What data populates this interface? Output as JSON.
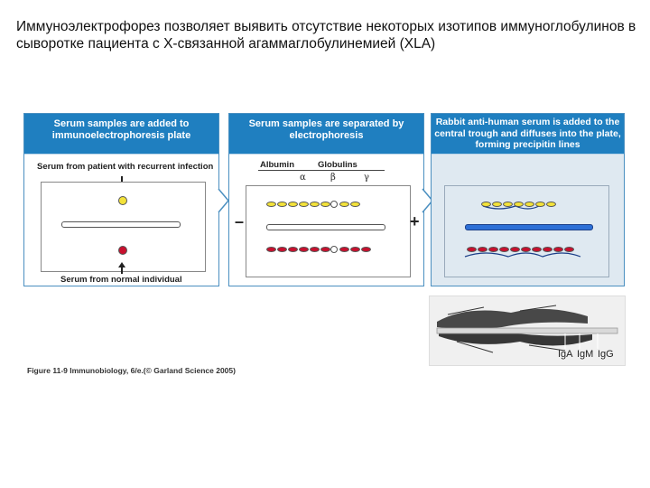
{
  "caption": "Иммуноэлектрофорез позволяет выявить отсутствие некоторых изотипов иммуноглобулинов в сыворотке пациента с Х-связанной агаммаглобулинемией (XLA)",
  "panels": [
    {
      "title": "Serum samples are added to immunoelectrophoresis plate",
      "top_label": "Serum from patient with recurrent infection",
      "bottom_label": "Serum from normal individual"
    },
    {
      "title": "Serum samples are separated by electrophoresis",
      "albumin": "Albumin",
      "globulins": "Globulins",
      "alpha": "α",
      "beta": "β",
      "gamma": "γ",
      "minus": "–",
      "plus": "+"
    },
    {
      "title": "Rabbit anti-human serum is added to the central trough and diffuses into the plate, forming precipitin lines"
    }
  ],
  "photo_labels": {
    "iga": "IgA",
    "igm": "IgM",
    "igg": "IgG"
  },
  "figure_caption": "Figure 11-9  Immunobiology, 6/e.(© Garland Science 2005)",
  "colors": {
    "header_blue": "#1f7fc0",
    "panel_border": "#4a8fc0",
    "patient_yellow": "#f3e23a",
    "normal_red": "#c8102e",
    "trough_blue": "#2d6fd6"
  }
}
